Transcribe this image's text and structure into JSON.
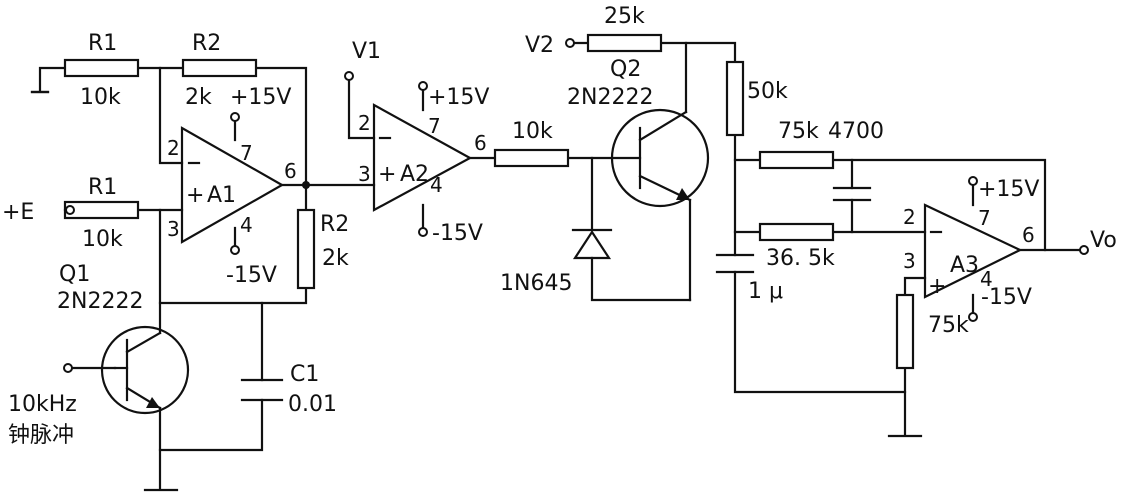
{
  "labels": {
    "r1_top_name": "R1",
    "r1_top_value": "10k",
    "r2_top_name": "R2",
    "r2_top_value": "2k",
    "a1_supply_pos": "+15V",
    "a1_supply_neg": "-15V",
    "a1_name": "A1",
    "a1_pin_inv": "2",
    "a1_pin_noninv": "3",
    "a1_pin_vpos": "7",
    "a1_pin_vneg": "4",
    "a1_pin_out": "6",
    "input_e": "+E",
    "r1_bot_name": "R1",
    "r1_bot_value": "10k",
    "r2_vert_name": "R2",
    "r2_vert_value": "2k",
    "q1_name": "Q1",
    "q1_part": "2N2222",
    "clock_freq": "10kHz",
    "clock_desc": "钟脉冲",
    "c1_name": "C1",
    "c1_value": "0.01",
    "v1": "V1",
    "a2_name": "A2",
    "a2_supply_pos": "+15V",
    "a2_supply_neg": "-15V",
    "a2_pin_inv": "2",
    "a2_pin_noninv": "3",
    "a2_pin_vpos": "7",
    "a2_pin_vneg": "4",
    "a2_pin_out": "6",
    "r_10k": "10k",
    "diode_part": "1N645",
    "v2": "V2",
    "r_25k": "25k",
    "q2_name": "Q2",
    "q2_part": "2N2222",
    "r_50k": "50k",
    "r_75k_top": "75k",
    "c_4700": "4700",
    "r_36_5k": "36. 5k",
    "c_1u": "1 μ",
    "a3_name": "A3",
    "a3_supply_pos": "+15V",
    "a3_supply_neg": "-15V",
    "a3_pin_inv": "2",
    "a3_pin_noninv": "3",
    "a3_pin_vpos": "7",
    "a3_pin_vneg": "4",
    "a3_pin_out": "6",
    "r_75k_bottom": "75k",
    "vo": "Vo"
  }
}
